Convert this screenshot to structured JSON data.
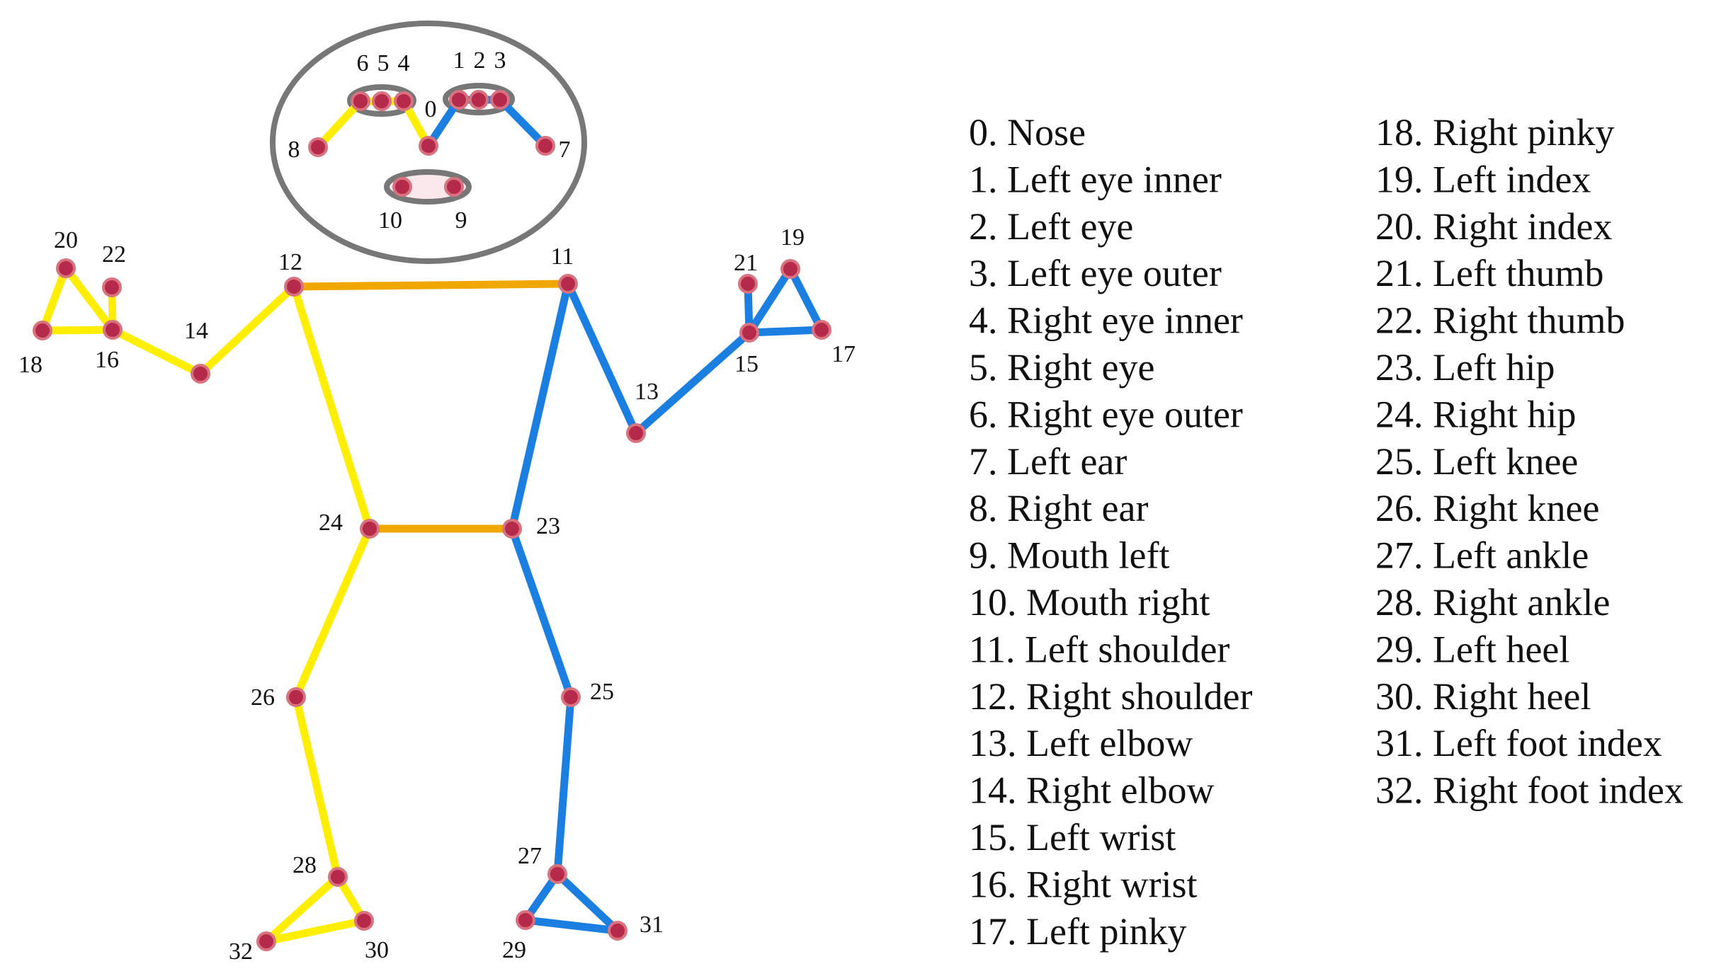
{
  "colors": {
    "right_side": "#ffee00",
    "left_side": "#1a7fe0",
    "torso_cross": "#f0a800",
    "joint_fill": "#b52a4a",
    "joint_stroke": "#d9727f",
    "face_outline": "#777777",
    "mouth_fill": "#fbe8ec"
  },
  "landmarks": [
    {
      "id": "0",
      "label": "0"
    },
    {
      "id": "1",
      "label": "1"
    },
    {
      "id": "2",
      "label": "2"
    },
    {
      "id": "3",
      "label": "3"
    },
    {
      "id": "4",
      "label": "4"
    },
    {
      "id": "5",
      "label": "5"
    },
    {
      "id": "6",
      "label": "6"
    },
    {
      "id": "7",
      "label": "7"
    },
    {
      "id": "8",
      "label": "8"
    },
    {
      "id": "9",
      "label": "9"
    },
    {
      "id": "10",
      "label": "10"
    },
    {
      "id": "11",
      "label": "11"
    },
    {
      "id": "12",
      "label": "12"
    },
    {
      "id": "13",
      "label": "13"
    },
    {
      "id": "14",
      "label": "14"
    },
    {
      "id": "15",
      "label": "15"
    },
    {
      "id": "16",
      "label": "16"
    },
    {
      "id": "17",
      "label": "17"
    },
    {
      "id": "18",
      "label": "18"
    },
    {
      "id": "19",
      "label": "19"
    },
    {
      "id": "20",
      "label": "20"
    },
    {
      "id": "21",
      "label": "21"
    },
    {
      "id": "22",
      "label": "22"
    },
    {
      "id": "23",
      "label": "23"
    },
    {
      "id": "24",
      "label": "24"
    },
    {
      "id": "25",
      "label": "25"
    },
    {
      "id": "26",
      "label": "26"
    },
    {
      "id": "27",
      "label": "27"
    },
    {
      "id": "28",
      "label": "28"
    },
    {
      "id": "29",
      "label": "29"
    },
    {
      "id": "30",
      "label": "30"
    },
    {
      "id": "31",
      "label": "31"
    },
    {
      "id": "32",
      "label": "32"
    }
  ],
  "legend": {
    "column1": [
      "0. Nose",
      "1. Left eye inner",
      "2. Left eye",
      "3. Left eye outer",
      "4. Right eye inner",
      "5. Right eye",
      "6. Right eye outer",
      "7. Left ear",
      "8. Right ear",
      "9. Mouth left",
      "10. Mouth right",
      "11. Left shoulder",
      "12. Right shoulder",
      "13. Left elbow",
      "14. Right elbow",
      "15. Left wrist",
      "16. Right wrist",
      "17. Left pinky"
    ],
    "column2": [
      "18. Right pinky",
      "19. Left index",
      "20. Right index",
      "21. Left thumb",
      "22. Right thumb",
      "23. Left hip",
      "24. Right hip",
      "25. Left knee",
      "26. Right knee",
      "27. Left ankle",
      "28. Right ankle",
      "29. Left heel",
      "30. Right heel",
      "31. Left foot index",
      "32. Right foot index"
    ]
  }
}
